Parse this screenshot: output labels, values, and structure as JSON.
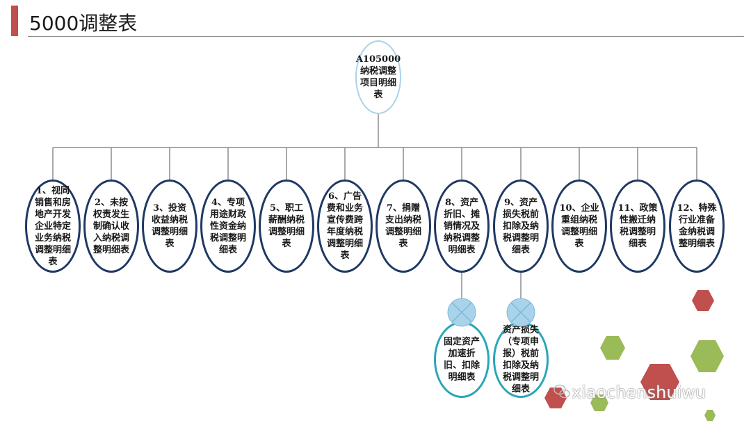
{
  "title": "5000调整表",
  "root": "A105000纳税调整项目明细表",
  "children": [
    "1、视同销售和房地产开发企业特定业务纳税调整明细表",
    "2、未按权责发生制确认收入纳税调整明细表",
    "3、投资收益纳税调整明细表",
    "4、专项用途财政性资金纳税调整明细表",
    "5、职工薪酬纳税调整明细表",
    "6、广告费和业务宣传费跨年度纳税调整明细表",
    "7、捐赠支出纳税调整明细表",
    "8、资产折旧、摊销情况及纳税调整明细表",
    "9、资产损失税前扣除及纳税调整明细表",
    "10、企业重组纳税调整明细表",
    "11、政策性搬迁纳税调整明细表",
    "12、特殊行业准备金纳税调整明细表"
  ],
  "subs": [
    "固定资产加速折旧、扣除明细表",
    "资产损失（专项申报）税前扣除及纳税调整明细表"
  ],
  "watermark": "xiaochenshuiwu"
}
